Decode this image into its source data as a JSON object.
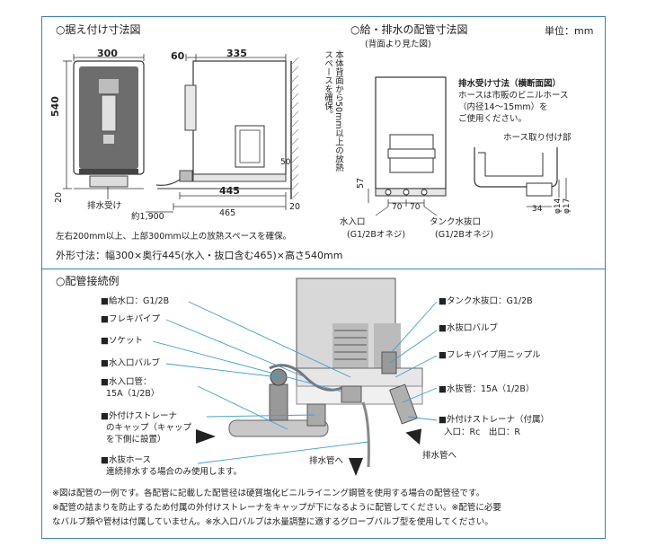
{
  "installation": {
    "heading": "○据え付け寸法図",
    "dims": {
      "width": "300",
      "depth_body": "335",
      "top_rear": "60",
      "height": "540",
      "bottom_offset": "20",
      "drain_offset": "約1,900",
      "depth_445": "445",
      "depth_465": "465",
      "rear_gap": "20",
      "rear_50": "50"
    },
    "vertical_note": "本体背面から50mm以上の放熱スペースを確保。",
    "drain_receiver_label": "排水受け"
  },
  "piping_dims": {
    "heading": "○給・排水の配管寸法図",
    "subheading": "(背面より見た図)",
    "unit": "単位：mm",
    "dims": {
      "d57": "57",
      "d70a": "70",
      "d70b": "70",
      "d34": "34",
      "phi14": "φ14",
      "phi17": "φ17"
    },
    "drain_section_title": "排水受け寸法（横断面図）",
    "drain_section_text_1": "ホースは市販のビニルホース",
    "drain_section_text_2": "（内径14〜15mm）を",
    "drain_section_text_3": "ご使用ください。",
    "hose_mount_label": "ホース取り付け部",
    "inlet_label": "水入口",
    "inlet_spec": "(G1/2Bオネジ)",
    "tank_drain_label": "タンク水抜口",
    "tank_drain_spec": "(G1/2Bオネジ)"
  },
  "clearance_note": "左右200mm以上、上部300mm以上の放熱スペースを確保。",
  "outer_dims": "外形寸法：幅300×奥行445(水入・抜口含む465)×高さ540mm",
  "connection": {
    "heading": "○配管接続例",
    "left_labels": [
      "■給水口：G1/2B",
      "■フレキパイプ",
      "■ソケット",
      "■水入口バルブ",
      "■水入口管：",
      "15A（1/2B）",
      "■外付けストレーナ",
      "のキャップ（キャップ",
      "を下側に設置）",
      "■水抜ホース",
      "連続排水する場合のみ使用します。"
    ],
    "right_labels": [
      "■タンク水抜口：G1/2B",
      "■水抜口バルブ",
      "■フレキパイプ用ニップル",
      "■水抜管：15A（1/2B）",
      "■外付けストレーナ（付属）",
      "入口：Rc　出口：R"
    ],
    "drain_pipe_1": "排水管へ",
    "drain_pipe_2": "排水管へ"
  },
  "notes": [
    "※図は配管の一例です。各配管に記載した配管径は硬質塩化ビニルライニング鋼管を使用する場合の配管径です。",
    "※配管の詰まりを防止するため付属の外付けストレーナをキャップが下になるように配管してください。※配管に必要",
    "なバルブ類や管材は付属していません。※水入口バルブは水量調整に適するグローブバルブ型を使用してください。"
  ]
}
